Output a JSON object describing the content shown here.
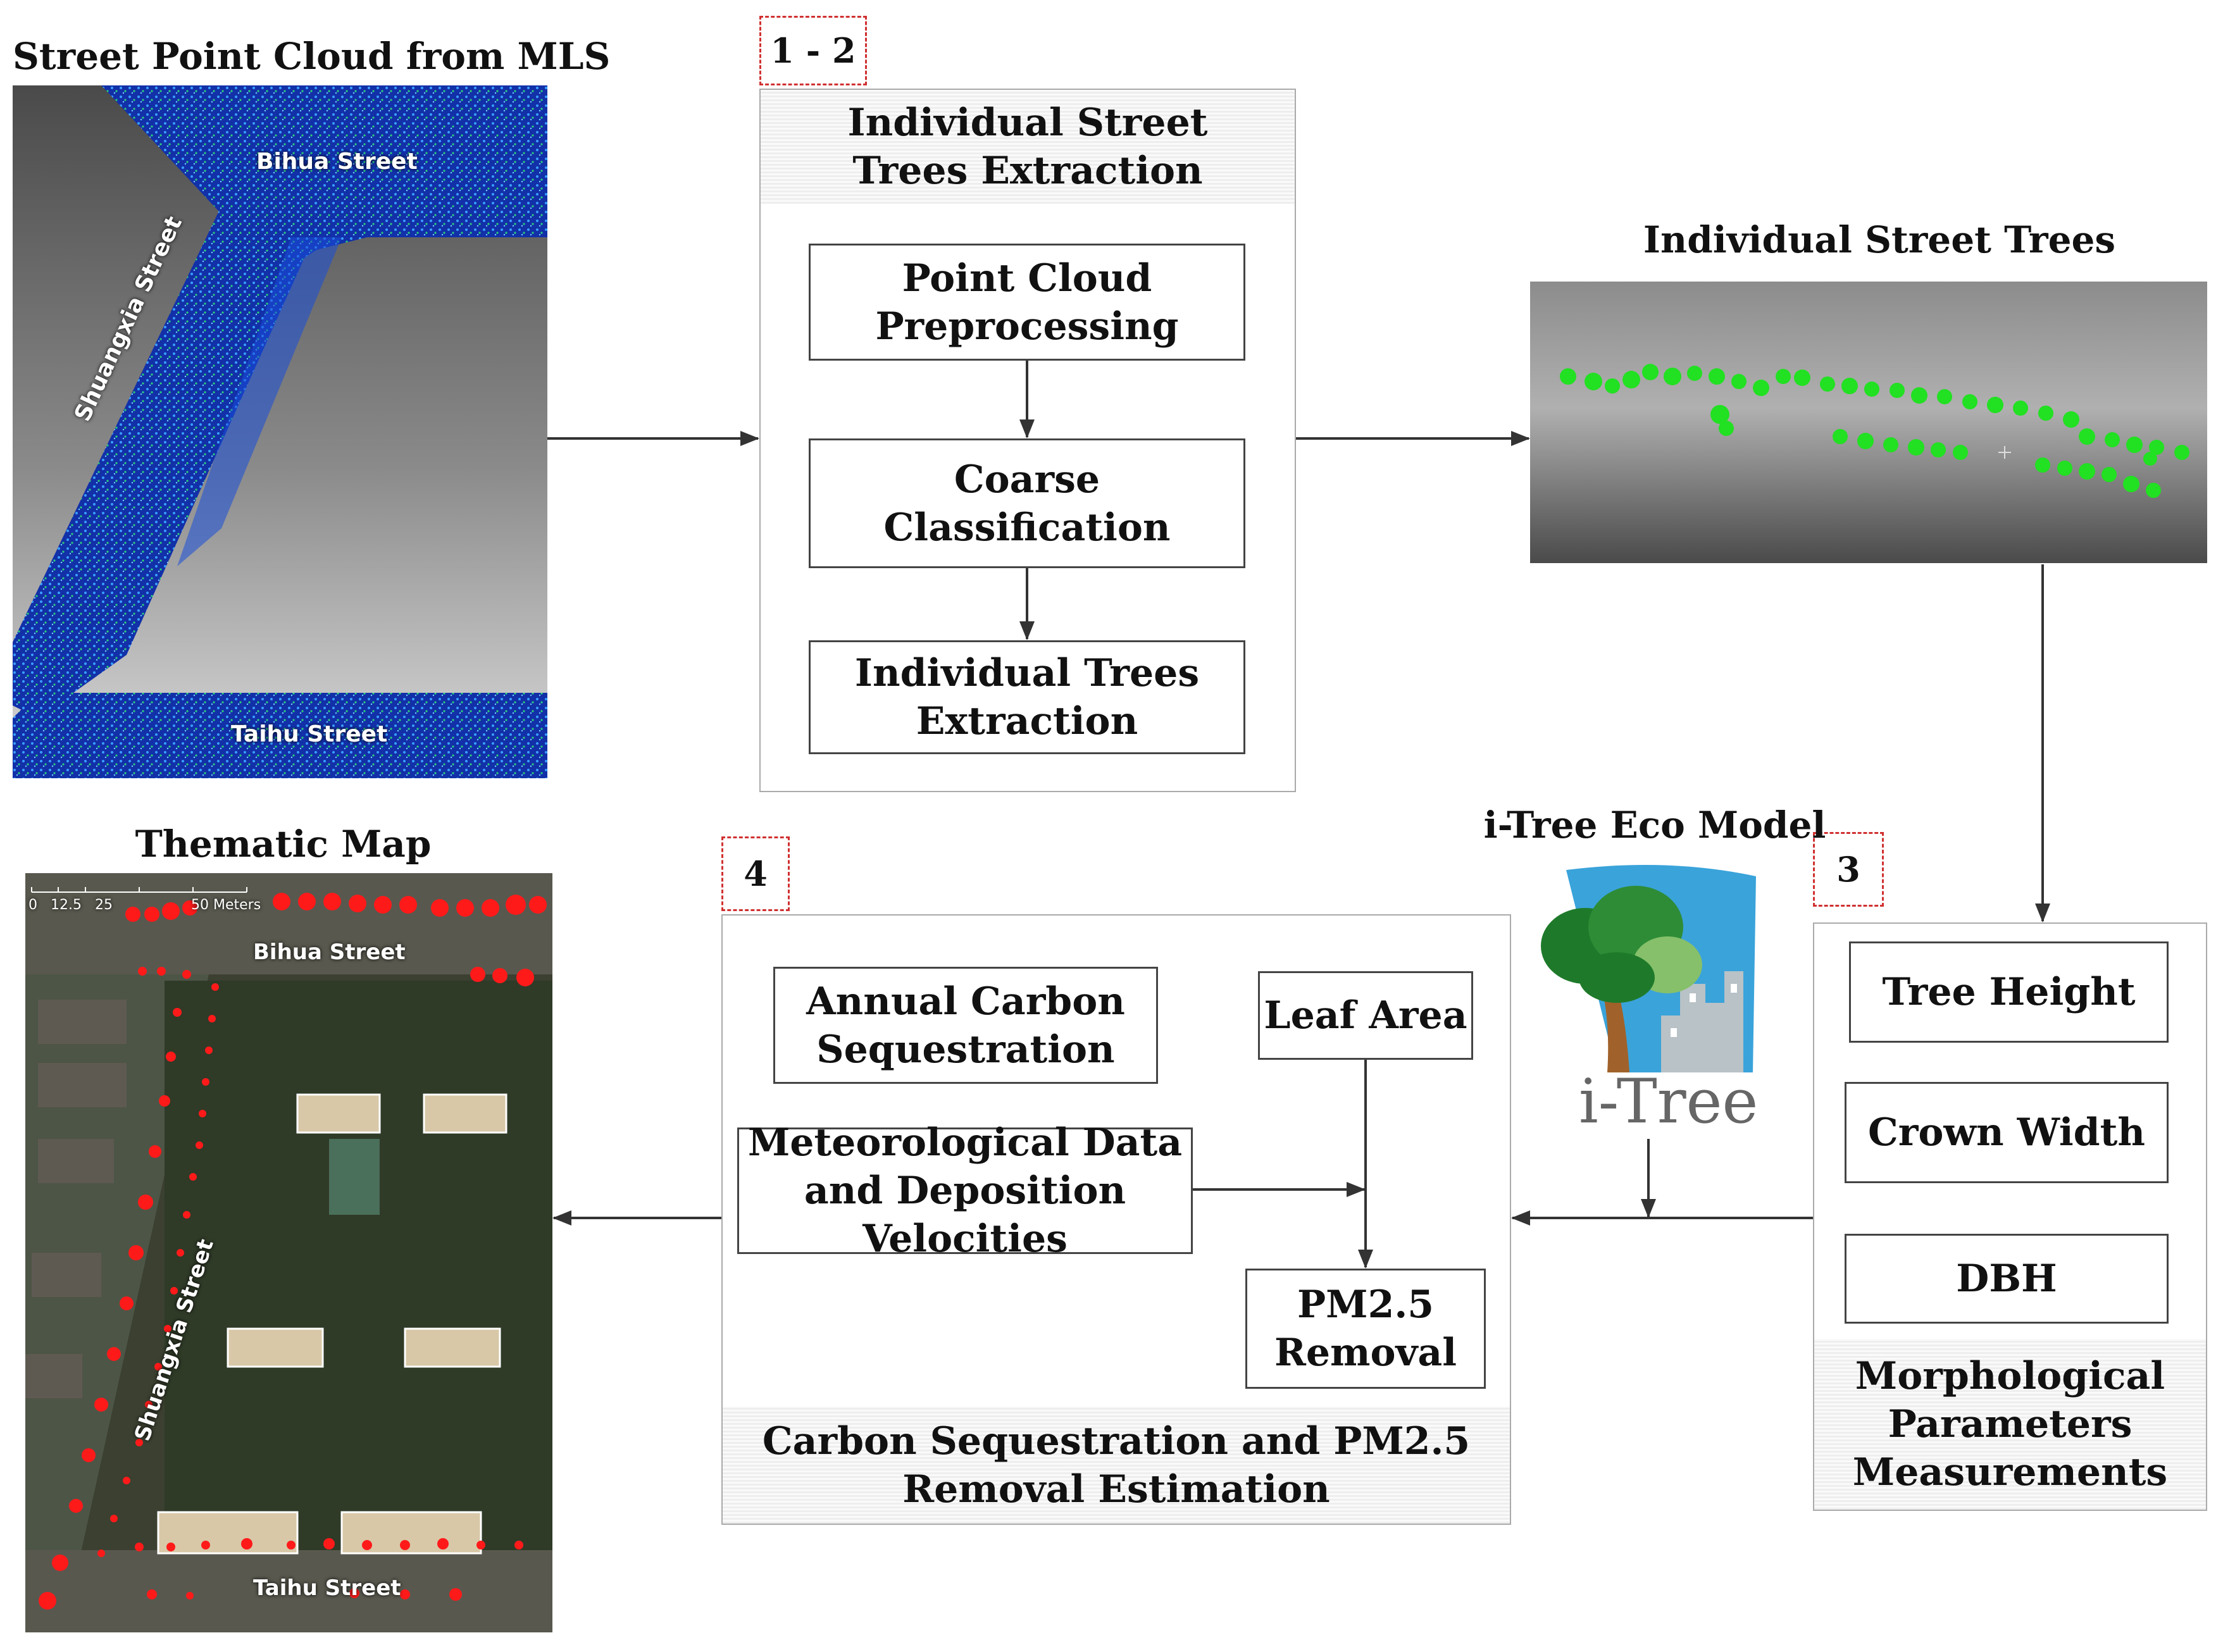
{
  "point_cloud": {
    "title": "Street Point Cloud from MLS",
    "labels": {
      "bihua": "Bihua Street",
      "shuangxia": "Shuangxia Street",
      "taihu": "Taihu Street"
    }
  },
  "extraction": {
    "tag": "1 - 2",
    "header": "Individual Street Trees Extraction",
    "step1": "Point Cloud Preprocessing",
    "step2": "Coarse Classification",
    "step3": "Individual Trees Extraction"
  },
  "trees": {
    "title": "Individual Street Trees"
  },
  "morph": {
    "tag": "3",
    "item1": "Tree Height",
    "item2": "Crown Width",
    "item3": "DBH",
    "footer": "Morphological Parameters Measurements"
  },
  "itree": {
    "title": "i-Tree Eco Model",
    "logo_text": "i-Tree"
  },
  "estimation": {
    "tag": "4",
    "annual": "Annual Carbon Sequestration",
    "leaf": "Leaf Area",
    "meteo": "Meteorological  Data and Deposition Velocities",
    "pm": "PM2.5 Removal",
    "footer": "Carbon Sequestration and PM2.5 Removal Estimation"
  },
  "thematic": {
    "title": "Thematic Map",
    "scale": {
      "ticks": [
        "0",
        "12.5",
        "25",
        "50 Meters"
      ]
    },
    "labels": {
      "bihua": "Bihua Street",
      "shuangxia": "Shuangxia Street",
      "taihu": "Taihu Street"
    }
  },
  "colors": {
    "point_blue": "#1a4fd8",
    "tree_green": "#22e022",
    "dot_red": "#ff1a1a",
    "tag_border": "#d03030"
  }
}
